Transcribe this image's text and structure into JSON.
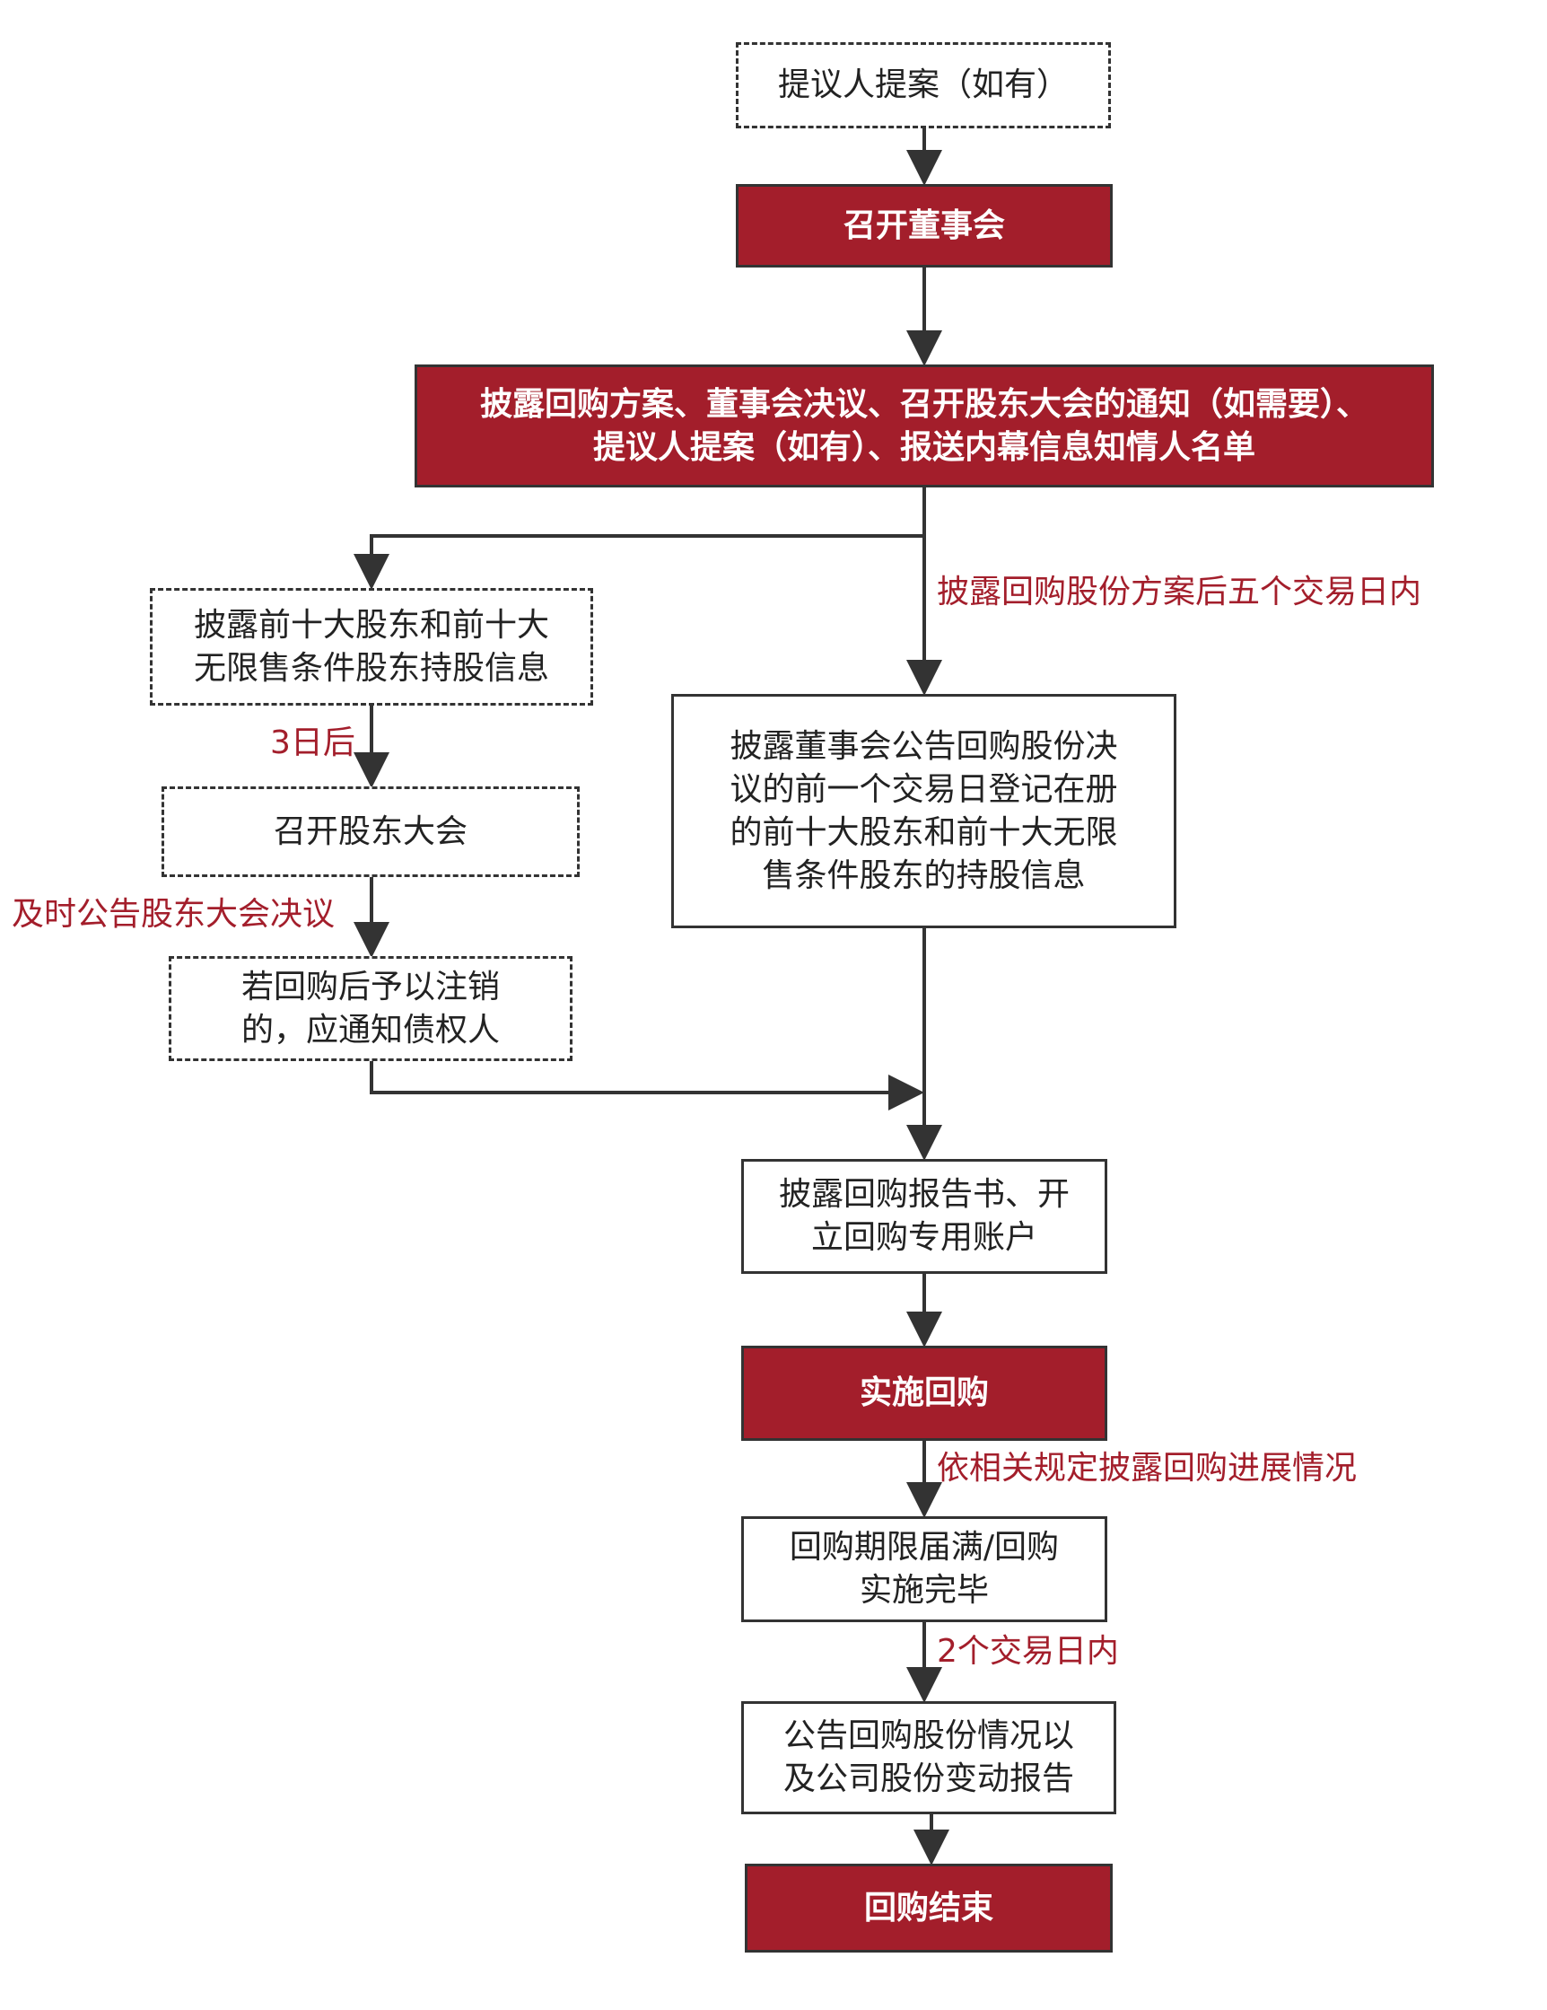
{
  "colors": {
    "accent_red": "#a31e2b",
    "line": "#333333",
    "text": "#222222"
  },
  "nodes": {
    "proposal": "提议人提案（如有）",
    "board_meeting": "召开董事会",
    "disclose_plan": "披露回购方案、董事会决议、召开股东大会的通知（如需要）、提议人提案（如有）、报送内幕信息知情人名单",
    "top10_holders": "披露前十大股东和前十大无限售条件股东持股信息",
    "shareholder_meeting": "召开股东大会",
    "notify_creditors": "若回购后予以注销的，应通知债权人",
    "board_announce_holders": "披露董事会公告回购股份决议的前一个交易日登记在册的前十大股东和前十大无限售条件股东的持股信息",
    "report_account": "披露回购报告书、开立回购专用账户",
    "implement": "实施回购",
    "period_end": "回购期限届满/回购实施完毕",
    "announce_result": "公告回购股份情况以及公司股份变动报告",
    "end": "回购结束"
  },
  "edge_labels": {
    "five_days": "披露回购股份方案后五个交易日内",
    "three_days": "3日后",
    "timely_announce": "及时公告股东大会决议",
    "progress": "依相关规定披露回购进展情况",
    "two_days": "2个交易日内"
  }
}
